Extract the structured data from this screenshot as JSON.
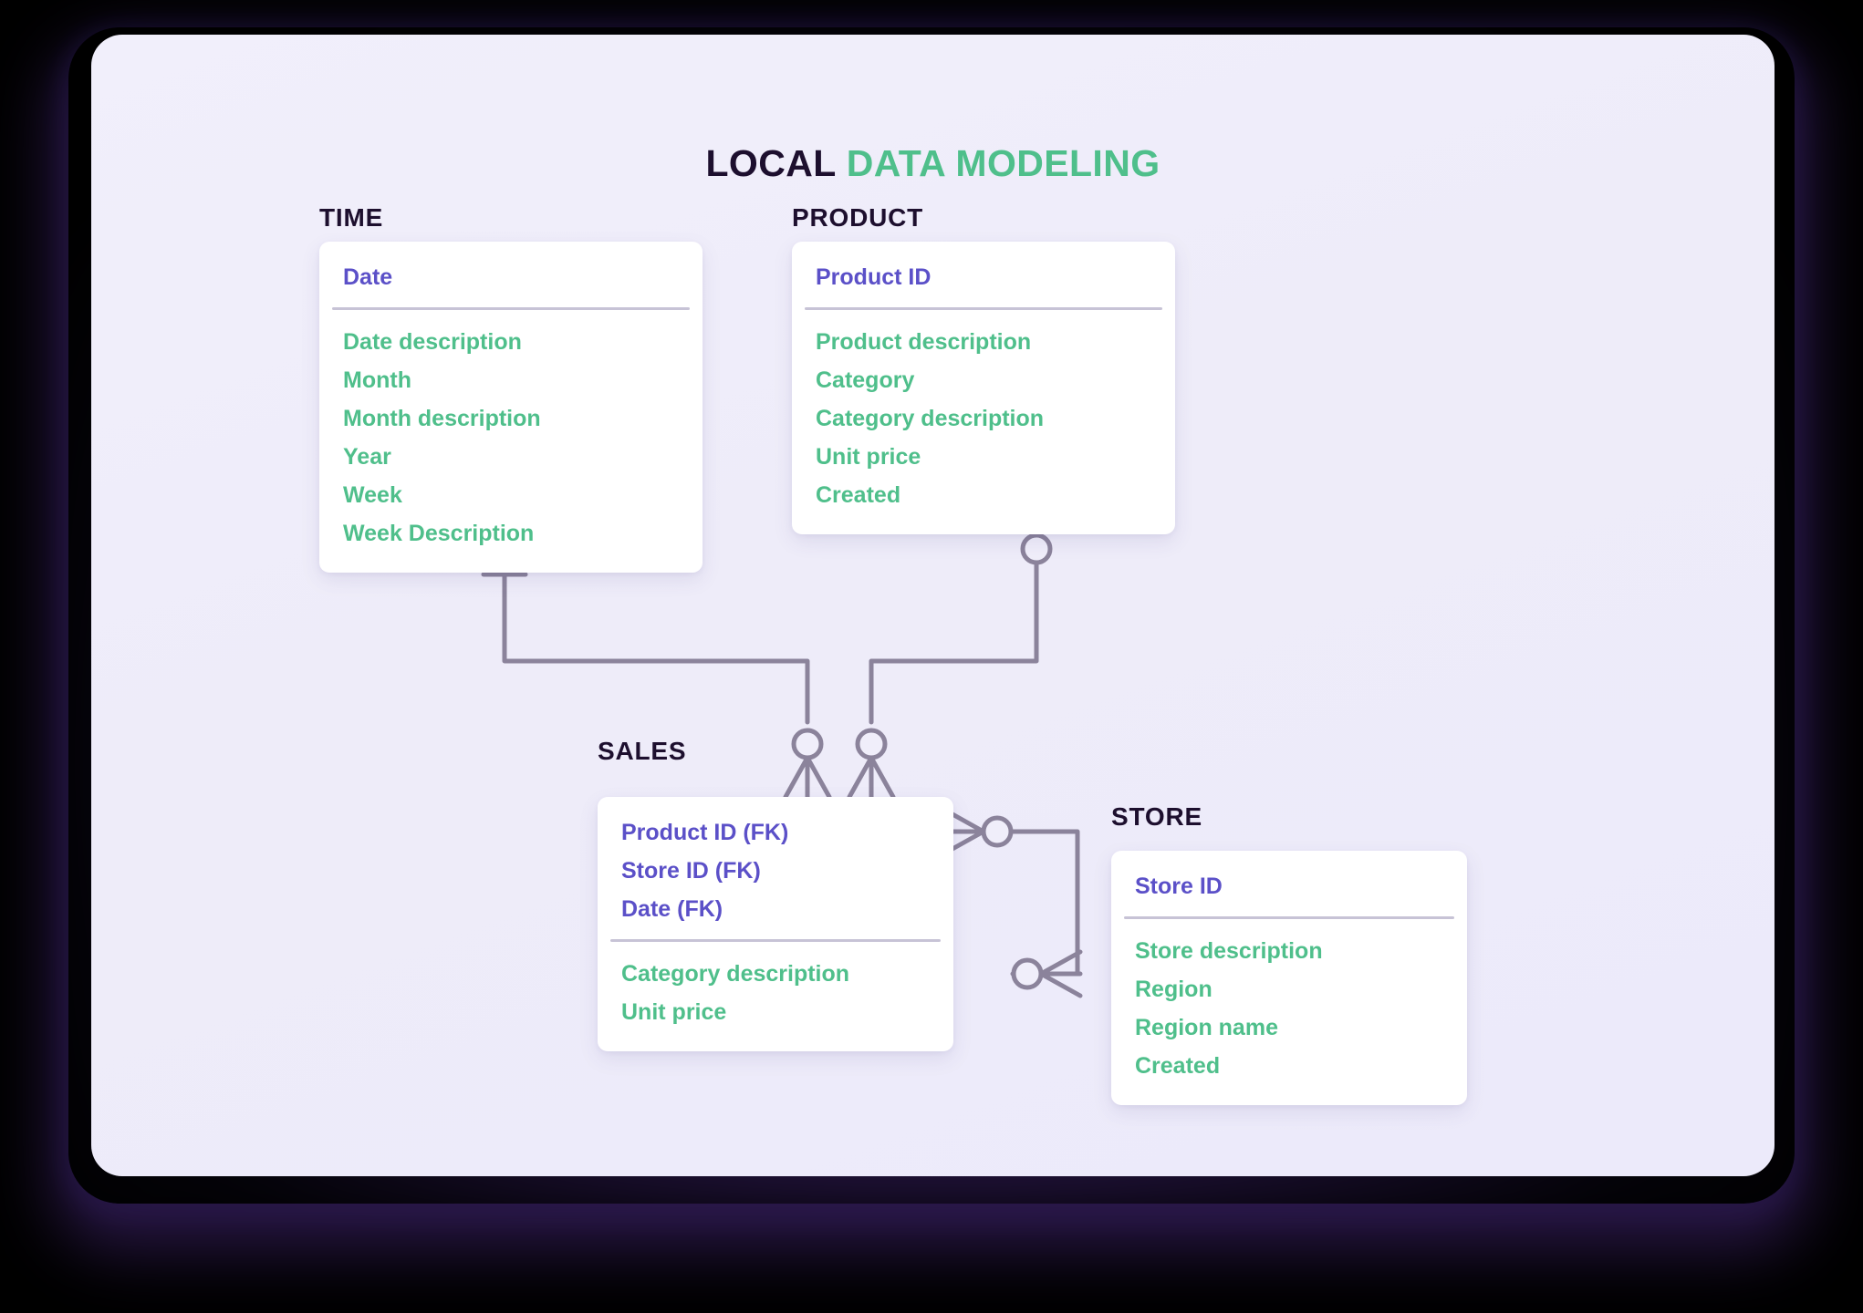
{
  "title": {
    "lead": "LOCAL",
    "accent": "DATA MODELING"
  },
  "colors": {
    "canvas_background": "#EFEDFA",
    "card_background": "#FFFFFF",
    "key_text": "#5B50C8",
    "attribute_text": "#4FBF8B",
    "entity_label": "#1D0F2E",
    "connector": "#8B839B",
    "divider": "#C7C3D6",
    "page_background": "#000000"
  },
  "diagram": {
    "type": "entity-relationship-diagram",
    "notation": "crows-foot",
    "entities": [
      {
        "id": "time",
        "label": "TIME",
        "keys": [
          "Date"
        ],
        "attributes": [
          "Date description",
          "Month",
          "Month description",
          "Year",
          "Week",
          "Week Description"
        ]
      },
      {
        "id": "product",
        "label": "PRODUCT",
        "keys": [
          "Product ID"
        ],
        "attributes": [
          "Product description",
          "Category",
          "Category description",
          "Unit price",
          "Created"
        ]
      },
      {
        "id": "sales",
        "label": "SALES",
        "keys": [
          "Product ID (FK)",
          "Store ID (FK)",
          "Date (FK)"
        ],
        "attributes": [
          "Category description",
          "Unit price"
        ]
      },
      {
        "id": "store",
        "label": "STORE",
        "keys": [
          "Store ID"
        ],
        "attributes": [
          "Store description",
          "Region",
          "Region name",
          "Created"
        ]
      }
    ],
    "relationships": [
      {
        "id": "time-sales",
        "from": "time",
        "to": "sales",
        "from_cardinality": "one-or-many",
        "to_cardinality": "zero-or-many"
      },
      {
        "id": "product-sales",
        "from": "product",
        "to": "sales",
        "from_cardinality": "zero-or-many",
        "to_cardinality": "zero-or-many"
      },
      {
        "id": "sales-store",
        "from": "sales",
        "to": "store",
        "from_cardinality": "zero-or-many",
        "to_cardinality": "zero-or-many"
      }
    ]
  }
}
